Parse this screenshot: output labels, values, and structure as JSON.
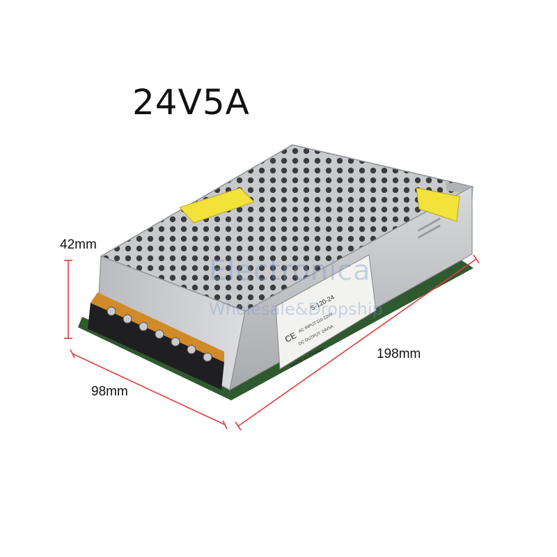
{
  "title": "24V5A",
  "dimensions": {
    "height": "42mm",
    "length": "198mm",
    "width": "98mm"
  },
  "label": {
    "model": "S-120-24",
    "ce_mark": "CE",
    "made_in": "MADE IN CHINA",
    "ac_input": "AC INPUT:110-220V",
    "dc_output": "DC OUTPUT: 24V5A"
  },
  "watermark": {
    "brand": "Electronica",
    "tagline": "Wholesale&Dropship"
  },
  "colors": {
    "dimension_line": "#e23a3a",
    "metal": "#c9cbcd",
    "warning_label": "#f2e23a",
    "terminal": "#d08a2a"
  }
}
